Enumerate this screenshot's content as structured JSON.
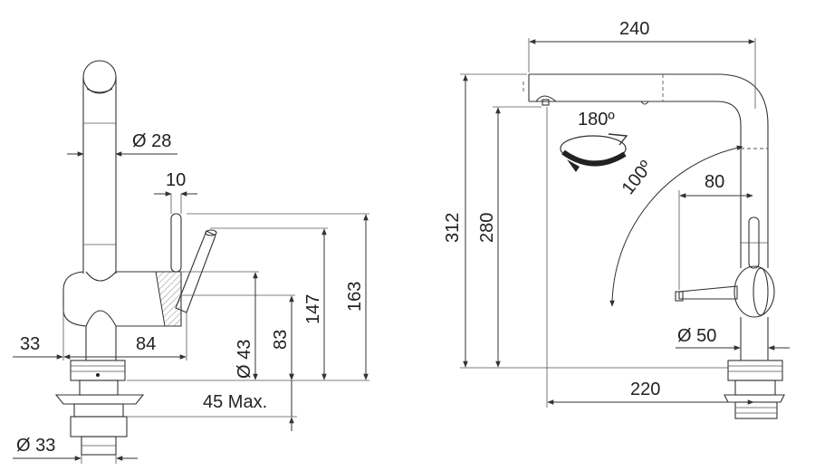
{
  "diagram": {
    "front_view": {
      "spout_diameter": "Ø 28",
      "lever_offset": "10",
      "body_height": "147",
      "total_height": "163",
      "body_depth": "83",
      "body_diameter": "Ø 43",
      "base_left": "33",
      "lever_reach": "84",
      "counter_thickness": "45 Max.",
      "shank_diameter": "Ø 33"
    },
    "side_view": {
      "spout_reach": "240",
      "total_height": "312",
      "outlet_height": "280",
      "spout_rotation": "180º",
      "lever_angle": "100º",
      "lever_offset": "80",
      "base_diameter": "Ø 50",
      "base_reach": "220"
    }
  }
}
